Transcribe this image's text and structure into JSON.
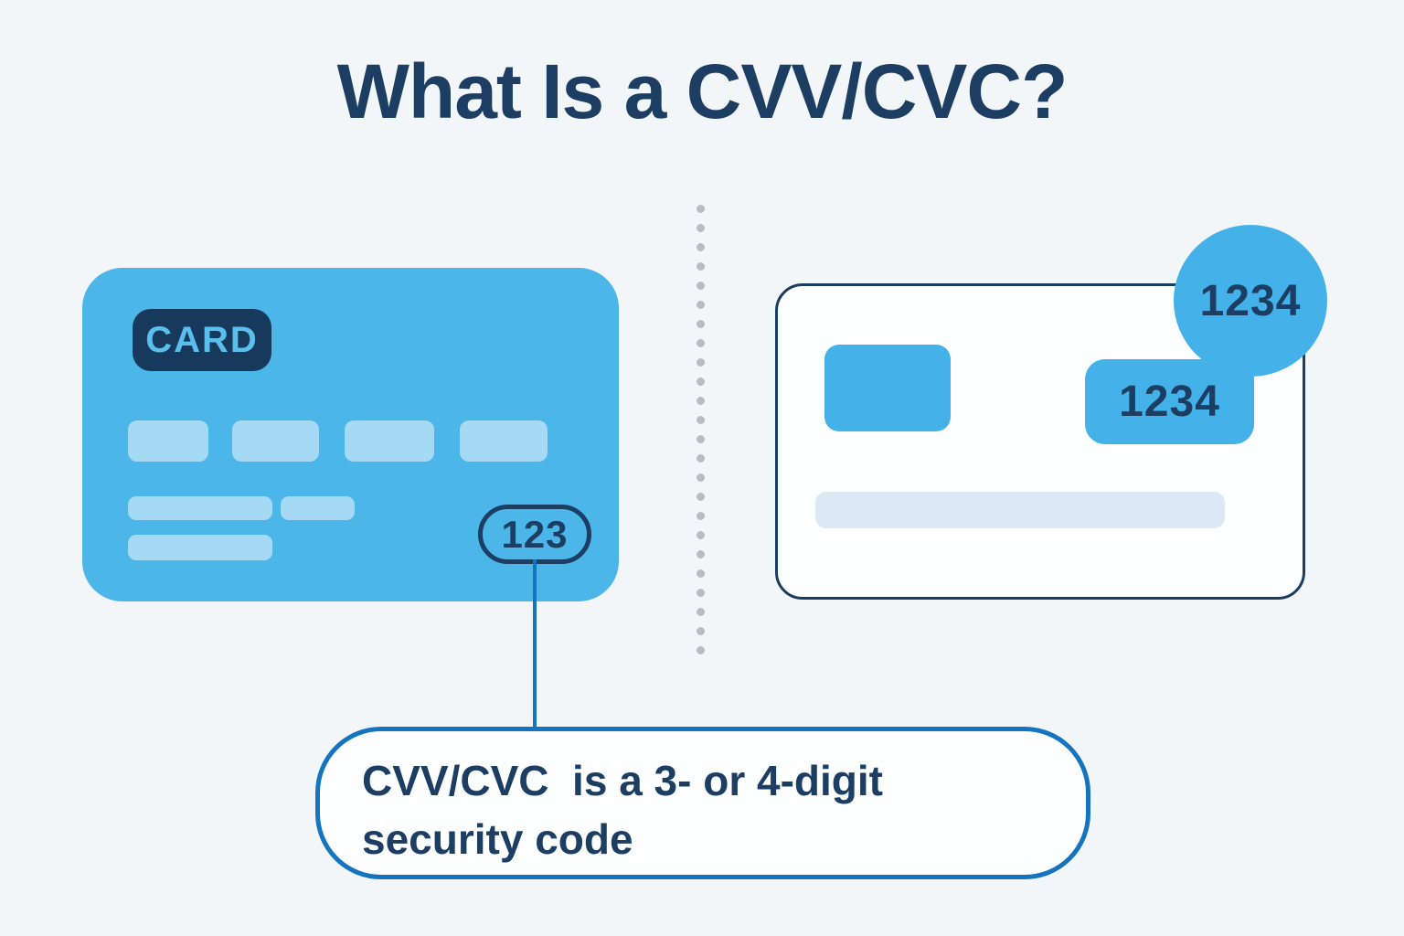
{
  "title": "What Is a CVV/CVC?",
  "front_card": {
    "brand_label": "CARD",
    "cvv_value": "123"
  },
  "back_card": {
    "code_value": "1234",
    "magnifier_value": "1234"
  },
  "callout": {
    "line1": "CVV/CVC  is a 3- or 4-digit",
    "line2": "security code"
  },
  "divider": {
    "dot_count": 24
  },
  "colors": {
    "background": "#f3f6f8",
    "title_navy": "#1c3e63",
    "card_blue": "#4cb6e9",
    "light_block_blue": "#a6d9f3",
    "badge_navy": "#16395c",
    "badge_text_blue": "#5bbfee",
    "accent_blue": "#44b1e8",
    "stripe_blue": "#dce9f5",
    "outline_navy": "#1c3e5e",
    "connector_blue": "#1474c0",
    "dot_grey": "#b7bdc4"
  }
}
